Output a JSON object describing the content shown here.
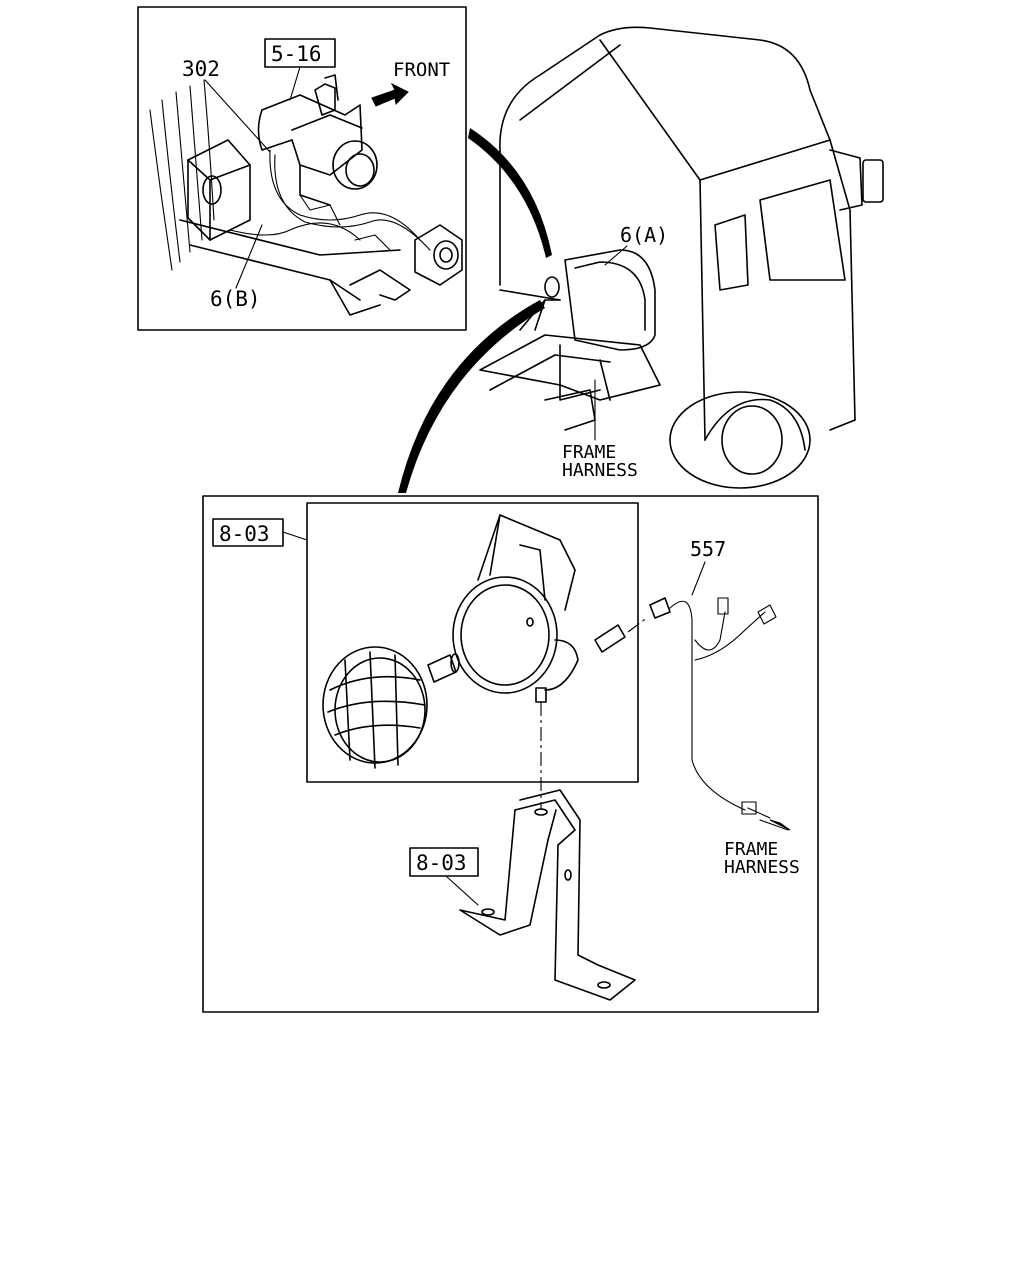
{
  "callouts": {
    "ref_302": "302",
    "ref_5_16": "5-16",
    "front": "FRONT",
    "ref_6b": "6(B)",
    "ref_6a": "6(A)",
    "frame_harness_1_line1": "FRAME",
    "frame_harness_1_line2": "HARNESS",
    "ref_8_03_top": "8-03",
    "ref_557": "557",
    "ref_8_03_bottom": "8-03",
    "frame_harness_2_line1": "FRAME",
    "frame_harness_2_line2": "HARNESS"
  }
}
